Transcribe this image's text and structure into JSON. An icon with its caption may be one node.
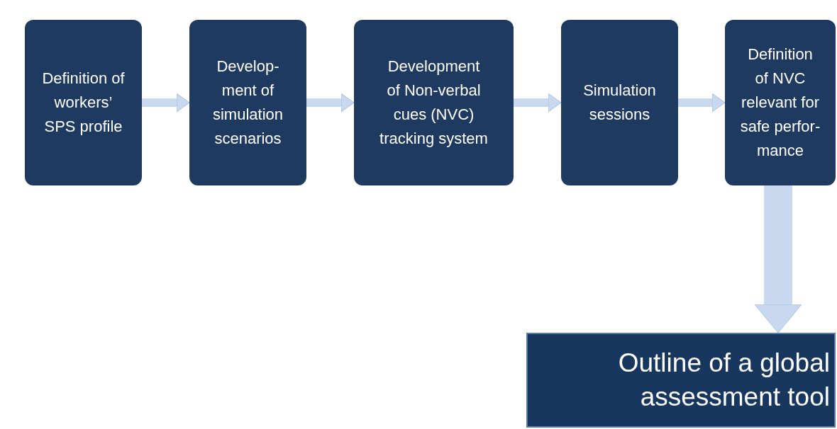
{
  "diagram": {
    "nodes": [
      {
        "text": [
          "Definition of workers’ SPS profile"
        ]
      },
      {
        "text": [
          "Develop- ment of simulation scenarios"
        ]
      },
      {
        "text": [
          "Development of Non-verbal cues (NVC) tracking system"
        ]
      },
      {
        "text": [
          "Simulation sessions"
        ]
      },
      {
        "text": [
          "Definition of NVC relevant for safe perfor- mance"
        ]
      },
      {
        "text": [
          "Outline of a global assessment tool"
        ]
      }
    ],
    "edges": [
      {
        "from": 0,
        "to": 1,
        "arrow": "to"
      },
      {
        "from": 1,
        "to": 2,
        "arrow": "to"
      },
      {
        "from": 2,
        "to": 3,
        "arrow": "to"
      },
      {
        "from": 3,
        "to": 4,
        "arrow": "to"
      },
      {
        "from": 4,
        "to": 5,
        "arrow": "to",
        "style": "thick"
      }
    ]
  }
}
